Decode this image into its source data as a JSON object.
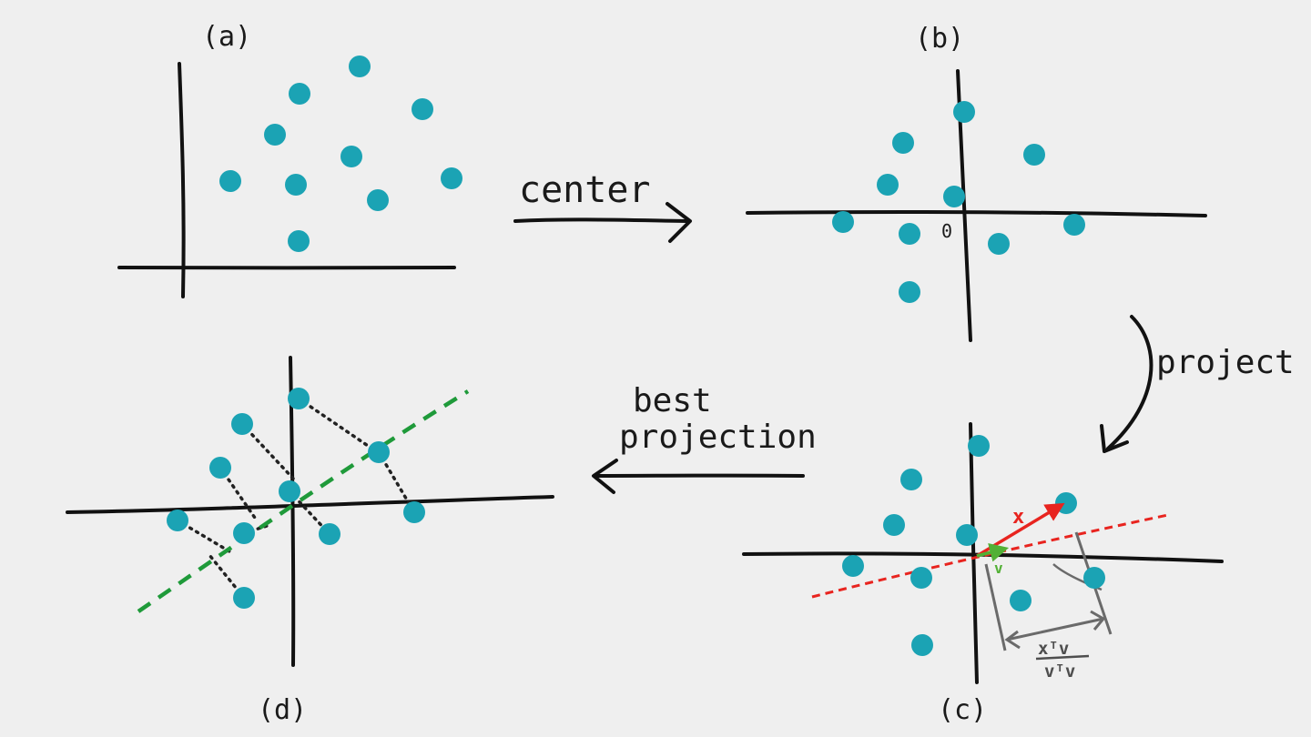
{
  "colors": {
    "point": "#1ba3b4",
    "ink": "#111111",
    "best_line": "#1f9a3a",
    "candidate_line": "#e8241f",
    "unit_vector": "#52b035",
    "measure": "#6a6a6a"
  },
  "panels": {
    "a": {
      "label": "(a)"
    },
    "b": {
      "label": "(b)",
      "origin_mark": "0"
    },
    "c": {
      "label": "(c)",
      "vector_x_label": "x",
      "vector_v_label": "v",
      "fraction_numerator": "xᵀv",
      "fraction_denominator": "vᵀv"
    },
    "d": {
      "label": "(d)"
    }
  },
  "arrows": {
    "center": {
      "text": "center"
    },
    "project": {
      "text": "project"
    },
    "best_projection": {
      "line1": "best",
      "line2": "projection"
    }
  }
}
